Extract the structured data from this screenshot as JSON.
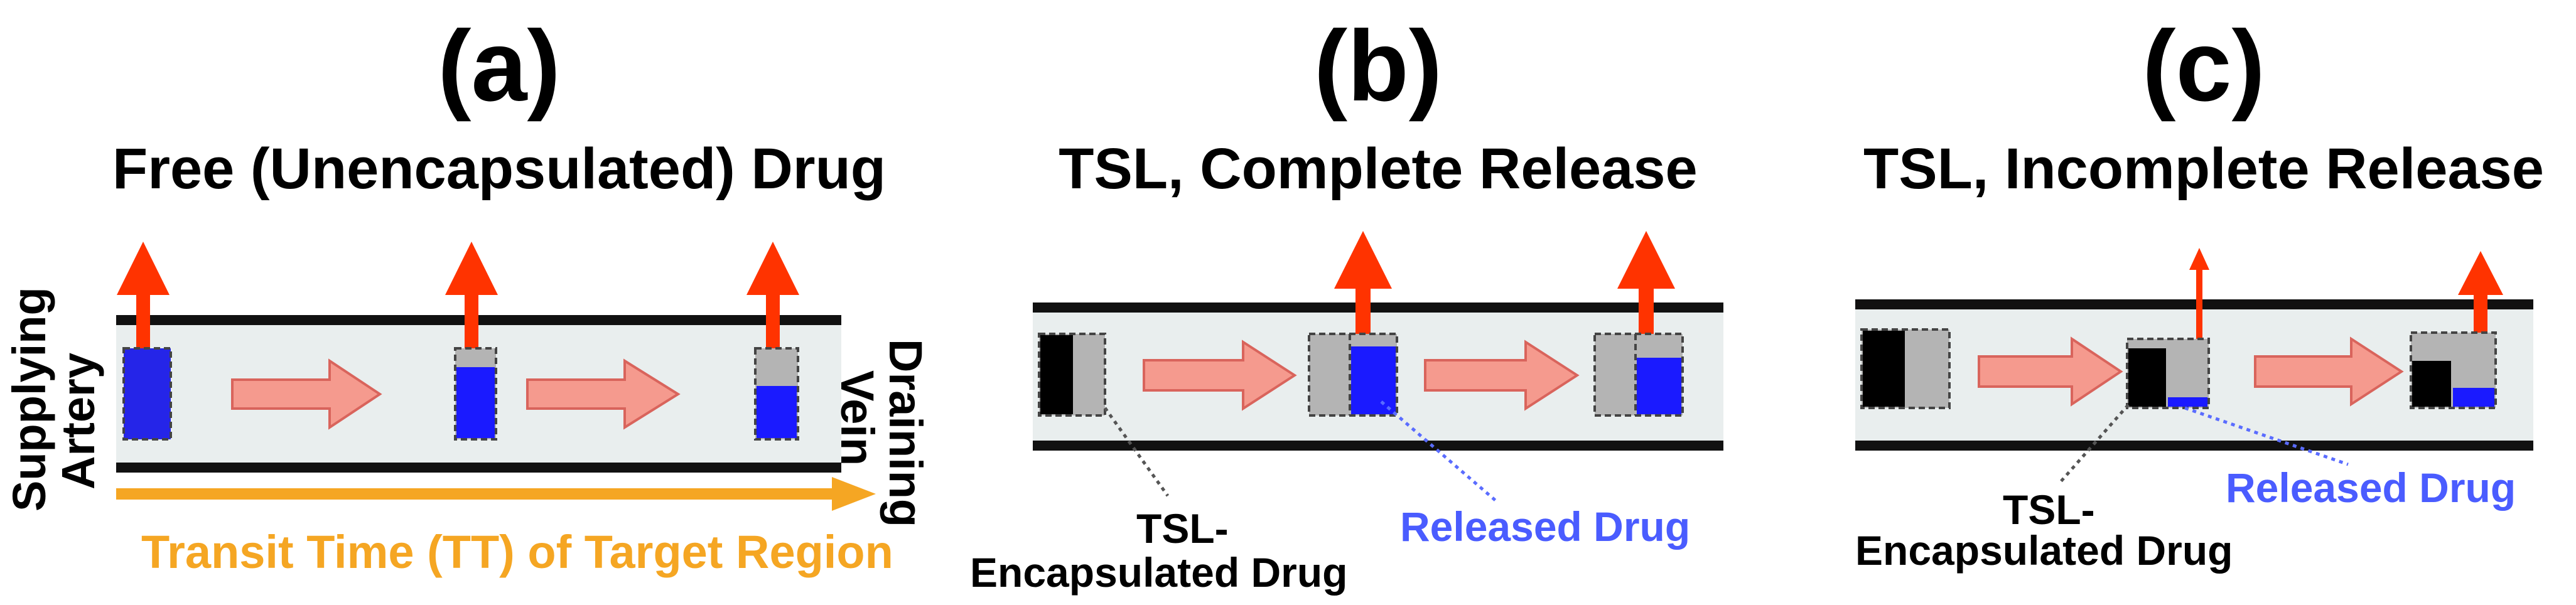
{
  "panels": [
    {
      "letter": "(a)",
      "title": "Free (Unencapsulated) Drug",
      "left_label": [
        "Supplying",
        "Artery"
      ],
      "right_label": [
        "Draining",
        "Vein"
      ],
      "timeline_label": "Transit Time (TT) of Target Region"
    },
    {
      "letter": "(b)",
      "title": "TSL, Complete Release",
      "encapsulated_label": [
        "TSL-",
        "Encapsulated Drug"
      ],
      "released_label": "Released Drug"
    },
    {
      "letter": "(c)",
      "title": "TSL, Incomplete Release",
      "encapsulated_label": [
        "TSL-",
        "Encapsulated Drug"
      ],
      "released_label": "Released Drug"
    }
  ],
  "colors": {
    "vessel_fill": "#e9eeee",
    "vessel_wall": "#111111",
    "flow_arrow": "#f59a8e",
    "flow_arrow_stroke": "#d9645c",
    "extravasation_arrow": "#ff3300",
    "drug_blue": "#1a1aff",
    "liposome_gray": "#b4b4b4",
    "encapsulated_black": "#000000",
    "released_label": "#4a5cff",
    "timeline_orange": "#f5a623"
  }
}
